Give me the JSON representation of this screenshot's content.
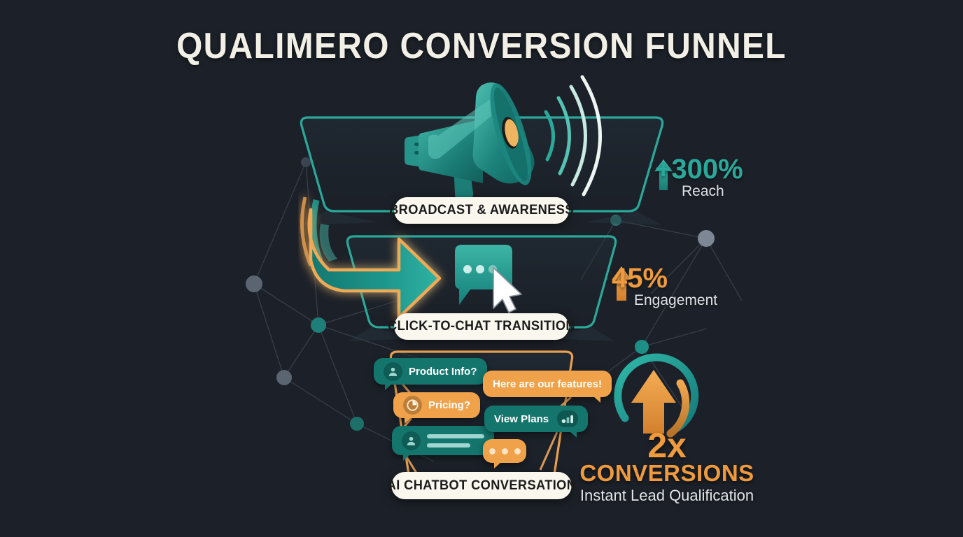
{
  "page": {
    "title": "QUALIMERO CONVERSION FUNNEL",
    "background_color": "#1c2129"
  },
  "colors": {
    "teal": "#2aa99b",
    "teal_dark": "#14756d",
    "orange": "#ef9a3d",
    "orange_light": "#f0a24a",
    "cream": "#faf7ee",
    "text_light": "#dfe3e8"
  },
  "funnel": {
    "stages": [
      {
        "id": "broadcast",
        "label": "BROADCAST & AWARENESS",
        "outline_color": "#2aa99b",
        "icon": "megaphone-icon"
      },
      {
        "id": "click-to-chat",
        "label": "CLICK-TO-CHAT TRANSITION",
        "outline_color": "#2aa99b",
        "icon": "arrow-right-icon"
      },
      {
        "id": "ai-chatbot",
        "label": "AI CHATBOT CONVERSATION",
        "outline_color": "#e9a04f",
        "icon": "chat-bubbles-icon"
      }
    ]
  },
  "metrics": [
    {
      "id": "reach",
      "value": "+300%",
      "label": "Reach",
      "color": "#2aa99b",
      "arrow": "arrow-up-icon"
    },
    {
      "id": "engagement",
      "value": "45%",
      "label": "Engagement",
      "color": "#ef9a3d",
      "arrow": "arrow-up-icon"
    }
  ],
  "conversion": {
    "multiplier": "2x",
    "word": "CONVERSIONS",
    "subtitle": "Instant Lead Qualification",
    "color": "#ef9a3d",
    "gauge": {
      "teal_color": "#2aa99b",
      "orange_color": "#ef9a3d",
      "center_icon": "arrow-up-icon"
    }
  },
  "chat": {
    "bubbles": [
      {
        "id": "product-info",
        "text": "Product Info?",
        "style": "teal",
        "icon": "user-avatar-icon"
      },
      {
        "id": "pricing",
        "text": "Pricing?",
        "style": "orange",
        "icon": "pie-chart-icon"
      },
      {
        "id": "user-typing-lines",
        "text": "",
        "style": "teal",
        "icon": "user-avatar-icon"
      },
      {
        "id": "features-reply",
        "text": "Here are our features!",
        "style": "orange",
        "icon": "none"
      },
      {
        "id": "view-plans",
        "text": "View Plans",
        "style": "teal",
        "icon": "bar-chart-icon"
      },
      {
        "id": "typing-indicator",
        "text": "",
        "style": "orange",
        "icon": "typing-dots-icon"
      }
    ]
  }
}
